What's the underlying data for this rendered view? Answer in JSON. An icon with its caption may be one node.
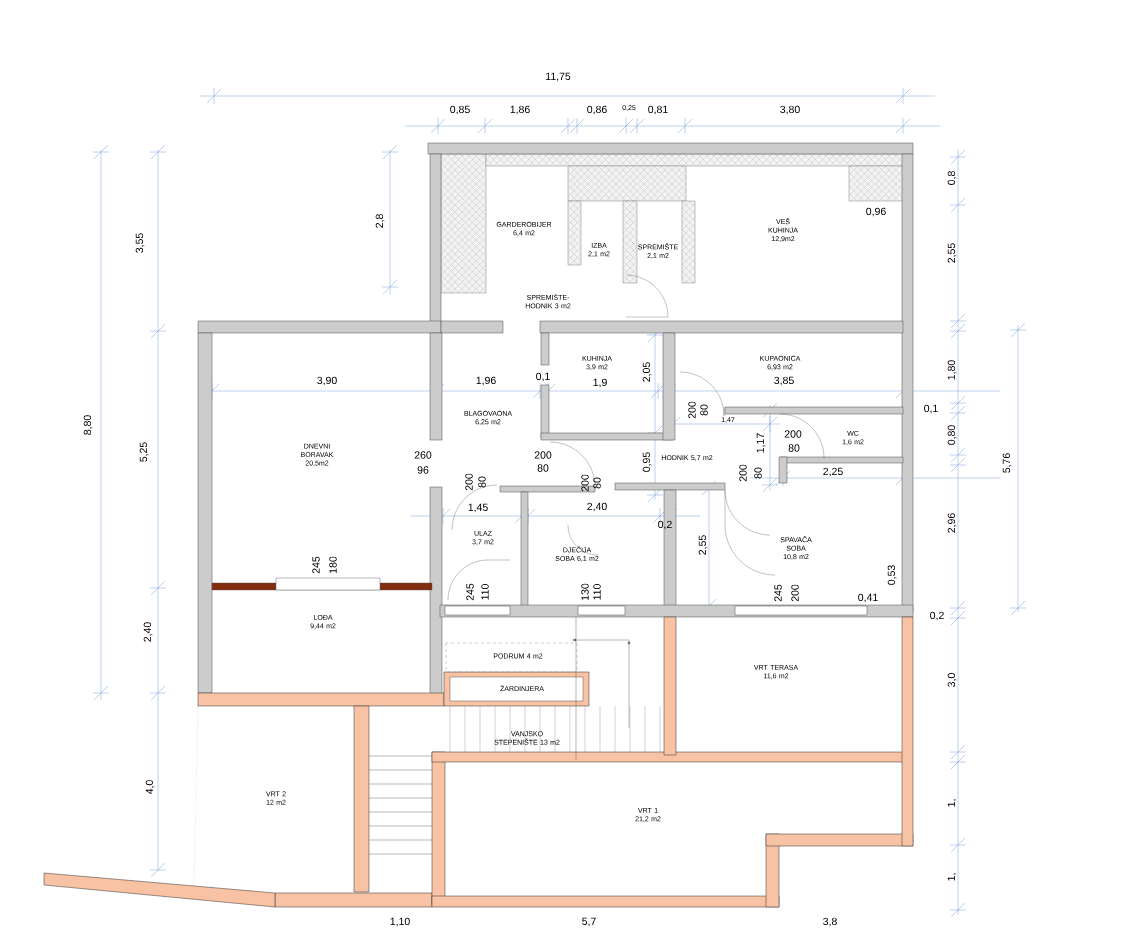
{
  "diagram": {
    "labels": [
      "11,75",
      "0,85",
      "1,86",
      "0,86",
      "0,25",
      "0,81",
      "3,80",
      "3,55",
      "2,8",
      "0,8",
      "GARDEROBIJER 6,4 m2",
      "IZBA 2,1 m2",
      "SPREMIŠTE 2,1 m2",
      "VEŠ KUHINJA 12,9m2",
      "0,96",
      "2,55",
      "SPREMIŠTE- HODNIK 3 m2",
      "KUHINJA 3,9 m2",
      "2,05",
      "KUPAONICA 6,93 m2",
      "1,80",
      "3,90",
      "1,96",
      "0,1",
      "1,9",
      "3,85",
      "0,1",
      "200",
      "80",
      "BLAGOVAONA 6,25 m2",
      "1,47",
      "0,80",
      "WC 1,6 m2",
      "1,17",
      "200",
      "80",
      "DNEVNI BORAVAK 20,5m2",
      "260",
      "96",
      "200",
      "80",
      "HODNIK 5,7 m2",
      "0,95",
      "5,76",
      "2,25",
      "200",
      "80",
      "200",
      "80",
      "200",
      "80",
      "1,45",
      "2,40",
      "0,2",
      "2,96",
      "5,25",
      "8,80",
      "ULAZ 3,7 m2",
      "DJEČIJA SOBA 6,1 m2",
      "2,55",
      "SPAVAČA SOBA 10,8 m2",
      "245",
      "180",
      "0,53",
      "245",
      "110",
      "130",
      "110",
      "245",
      "200",
      "0,41",
      "0,2",
      "LOĐA 9,44 m2",
      "2,40",
      "PODRUM 4 m2",
      "VRT TERASA 11,6 m2",
      "3,0",
      "ŽARDINJERA",
      "VANJSKO STEPENIŠTE 13 m2",
      "4,0",
      "VRT 2 12 m2",
      "1,",
      "VRT 1 21,2 m2",
      "1,",
      "1,10",
      "5,7",
      "3,8"
    ]
  }
}
